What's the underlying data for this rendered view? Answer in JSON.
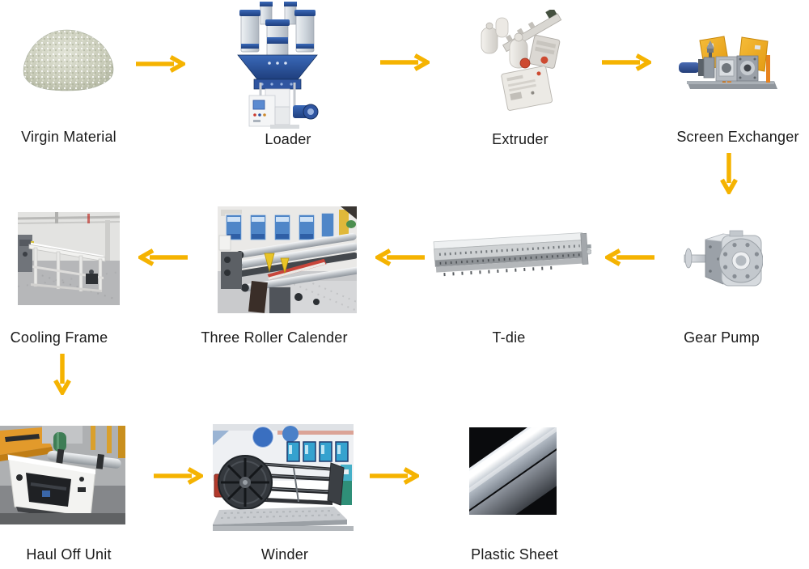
{
  "page": {
    "background": "#FFFFFF"
  },
  "colors": {
    "arrow": "#F5B301",
    "label": "#1B1B1B"
  },
  "flow": {
    "stages": [
      {
        "id": "virgin-material",
        "label": "Virgin Material"
      },
      {
        "id": "loader",
        "label": "Loader"
      },
      {
        "id": "extruder",
        "label": "Extruder"
      },
      {
        "id": "screen-exchanger",
        "label": "Screen Exchanger"
      },
      {
        "id": "gear-pump",
        "label": "Gear Pump"
      },
      {
        "id": "t-die",
        "label": "T-die"
      },
      {
        "id": "three-roller-calender",
        "label": "Three Roller Calender"
      },
      {
        "id": "cooling-frame",
        "label": "Cooling Frame"
      },
      {
        "id": "haul-off-unit",
        "label": "Haul Off Unit"
      },
      {
        "id": "winder",
        "label": "Winder"
      },
      {
        "id": "plastic-sheet",
        "label": "Plastic Sheet"
      }
    ],
    "connections": [
      {
        "from": "Virgin Material",
        "to": "Loader",
        "direction": "right"
      },
      {
        "from": "Loader",
        "to": "Extruder",
        "direction": "right"
      },
      {
        "from": "Extruder",
        "to": "Screen Exchanger",
        "direction": "right"
      },
      {
        "from": "Screen Exchanger",
        "to": "Gear Pump",
        "direction": "down"
      },
      {
        "from": "Gear Pump",
        "to": "T-die",
        "direction": "left"
      },
      {
        "from": "T-die",
        "to": "Three Roller Calender",
        "direction": "left"
      },
      {
        "from": "Three Roller Calender",
        "to": "Cooling Frame",
        "direction": "left"
      },
      {
        "from": "Cooling Frame",
        "to": "Haul Off Unit",
        "direction": "down"
      },
      {
        "from": "Haul Off Unit",
        "to": "Winder",
        "direction": "right"
      },
      {
        "from": "Winder",
        "to": "Plastic Sheet",
        "direction": "right"
      }
    ]
  }
}
